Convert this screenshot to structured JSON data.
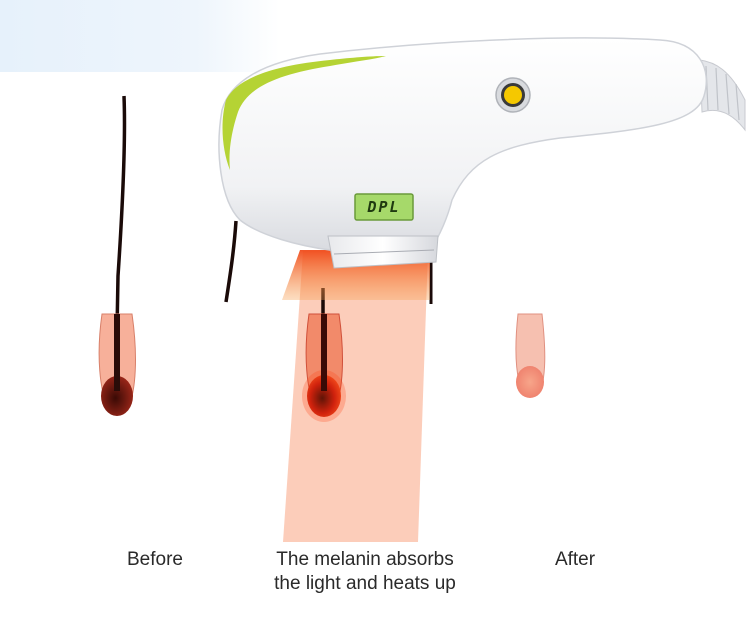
{
  "device": {
    "screen_label": "DPL",
    "accent_color": "#b5d334",
    "button_color": "#f5c800",
    "light_color": "#f0642a"
  },
  "stages": [
    {
      "caption": "Before"
    },
    {
      "caption_line1": "The melanin absorbs",
      "caption_line2": "the light and heats up"
    },
    {
      "caption": "After"
    }
  ],
  "colors": {
    "skin_top": "#f3b28a",
    "skin_body": "#f8cfd9",
    "fat": "#f6a20a",
    "blood_red": "#d4322a",
    "blood_blue": "#3a5ca8"
  }
}
